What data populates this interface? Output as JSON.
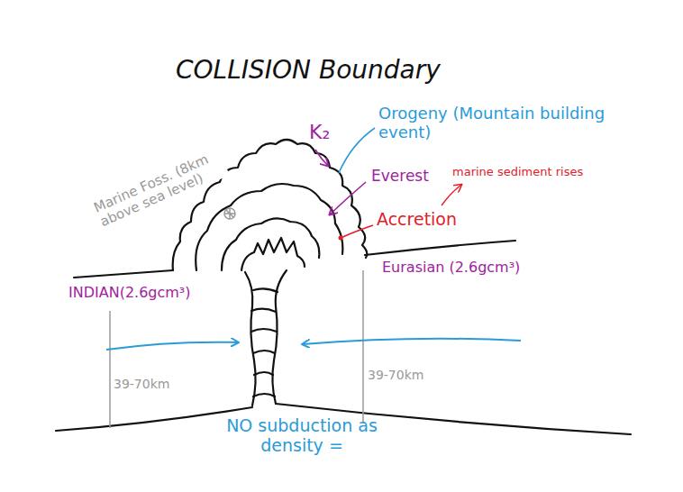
{
  "diagram": {
    "title": "COLLISION Boundary",
    "labels": [
      "K₂",
      "Orogeny (Mountain building event)",
      "Everest",
      "marine sediment rises",
      "Accretion",
      "Marine Foss. (8km above sea level)",
      "INDIAN(2.6gcm³)",
      "Eurasian (2.6gcm³)",
      "39-70km",
      "39-70km",
      "NO subduction as density ="
    ]
  }
}
